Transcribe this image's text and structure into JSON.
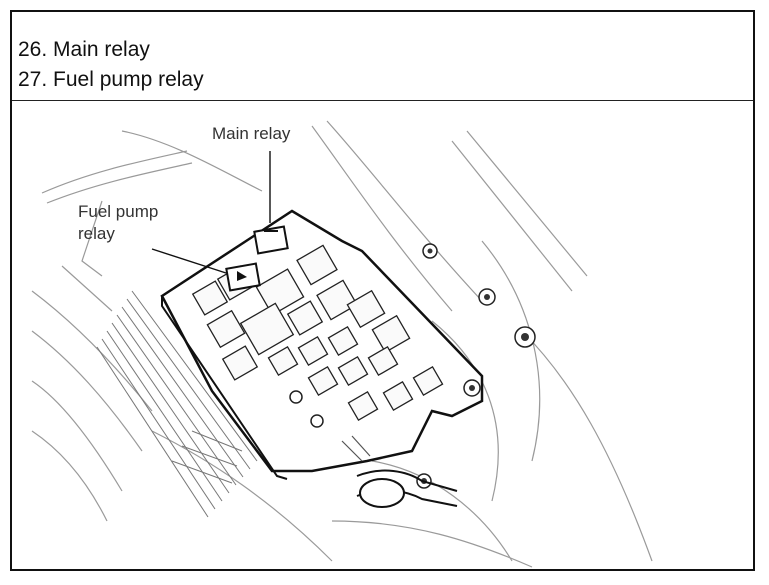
{
  "caption": {
    "lines": [
      "26. Main relay",
      "27. Fuel pump relay"
    ]
  },
  "diagram": {
    "callouts": {
      "main_relay": "Main relay",
      "fuel_pump_relay_line1": "Fuel pump",
      "fuel_pump_relay_line2": "relay"
    }
  }
}
